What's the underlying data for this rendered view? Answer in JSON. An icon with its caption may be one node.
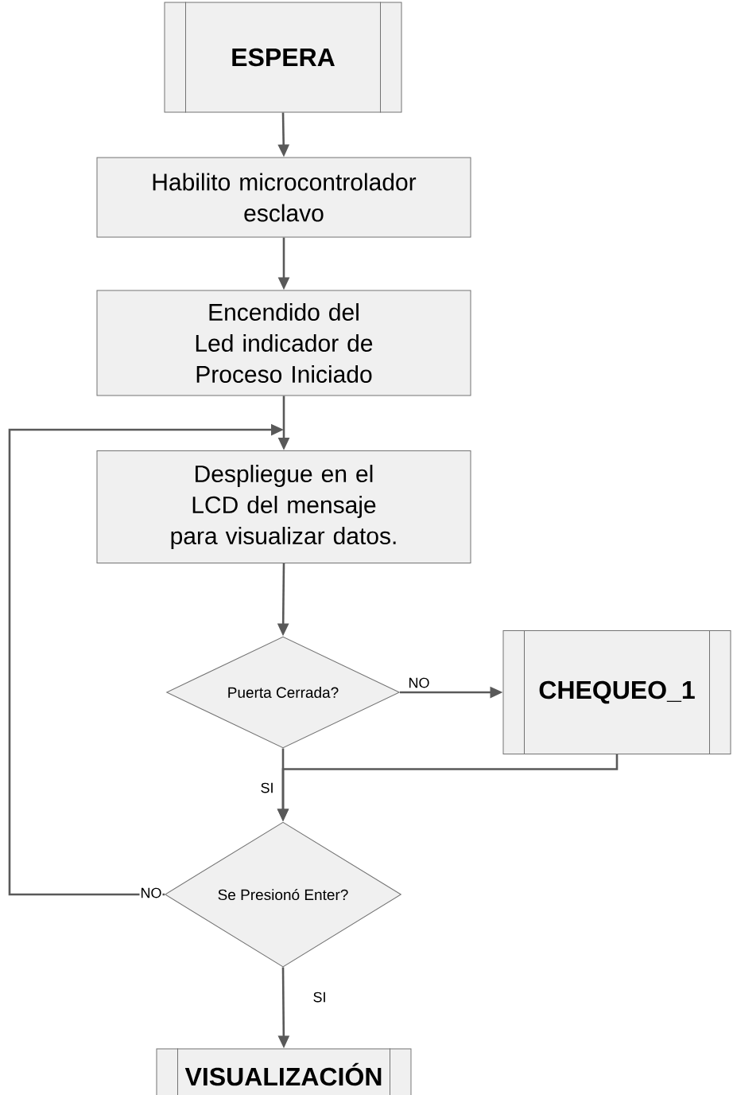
{
  "diagram": {
    "nodes": [
      {
        "text": [
          "ESPERA"
        ]
      },
      {
        "text": [
          "Habilito microcontrolador esclavo"
        ]
      },
      {
        "text": [
          "Encendido del Led indicador de Proceso Iniciado"
        ]
      },
      {
        "text": [
          "Despliegue en el LCD del mensaje para visualizar datos."
        ]
      },
      {
        "text": [
          "Puerta Cerrada?"
        ]
      },
      {
        "text": [
          "CHEQUEO_1"
        ]
      },
      {
        "text": [
          "Se Presionó Enter?"
        ]
      },
      {
        "text": [
          "VISUALIZACIÓN"
        ]
      }
    ],
    "edges": [
      {
        "from": 0,
        "to": 1,
        "arrow": "to"
      },
      {
        "from": 1,
        "to": 2,
        "arrow": "to"
      },
      {
        "from": 2,
        "to": 3,
        "arrow": "to"
      },
      {
        "from": 3,
        "to": 4,
        "arrow": "to"
      },
      {
        "from": 4,
        "to": 5,
        "arrow": "to",
        "label": "NO"
      },
      {
        "from": 4,
        "to": 6,
        "arrow": "to",
        "label": "SI"
      },
      {
        "from": 5,
        "to": 6,
        "arrow": "to"
      },
      {
        "from": 6,
        "to": 3,
        "arrow": "to",
        "label": "NO"
      },
      {
        "from": 6,
        "to": 7,
        "arrow": "to",
        "label": "SI"
      }
    ]
  }
}
